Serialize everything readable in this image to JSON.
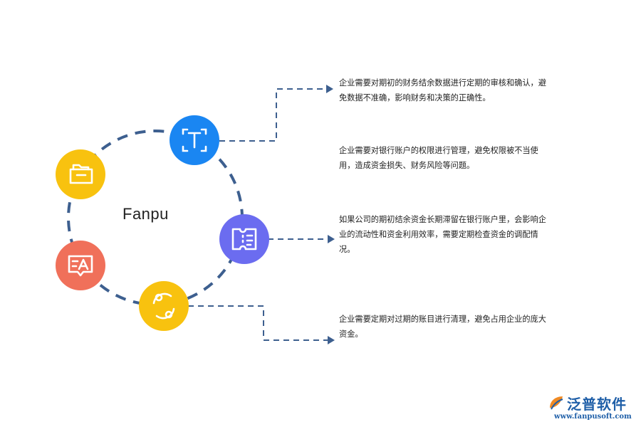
{
  "center_label": "Fanpu",
  "nodes": [
    {
      "name": "T",
      "icon": "text-recognition-icon",
      "color": "#1a86f2"
    },
    {
      "name": "list",
      "icon": "ticket-list-icon",
      "color": "#6b6cf0"
    },
    {
      "name": "sync",
      "icon": "sync-arrows-icon",
      "color": "#f8c20f"
    },
    {
      "name": "translate",
      "icon": "translate-message-icon",
      "color": "#f0705a"
    },
    {
      "name": "folder",
      "icon": "folder-icon",
      "color": "#f8c20f"
    }
  ],
  "descriptions": [
    "企业需要对期初的财务结余数据进行定期的审核和确认，避免数据不准确，影响财务和决策的正确性。",
    "企业需要对银行账户的权限进行管理，避免权限被不当使用，造成资金损失、财务风险等问题。",
    "如果公司的期初结余资金长期滞留在银行账户里，会影响企业的流动性和资金利用效率，需要定期检查资金的调配情况。",
    "企业需要定期对过期的账目进行清理，避免占用企业的庞大资金。"
  ],
  "logo": {
    "name": "泛普软件",
    "url": "www.fanpusoft.com"
  },
  "colors": {
    "ring": "#3d5f8f",
    "connector": "#3d5f8f"
  }
}
